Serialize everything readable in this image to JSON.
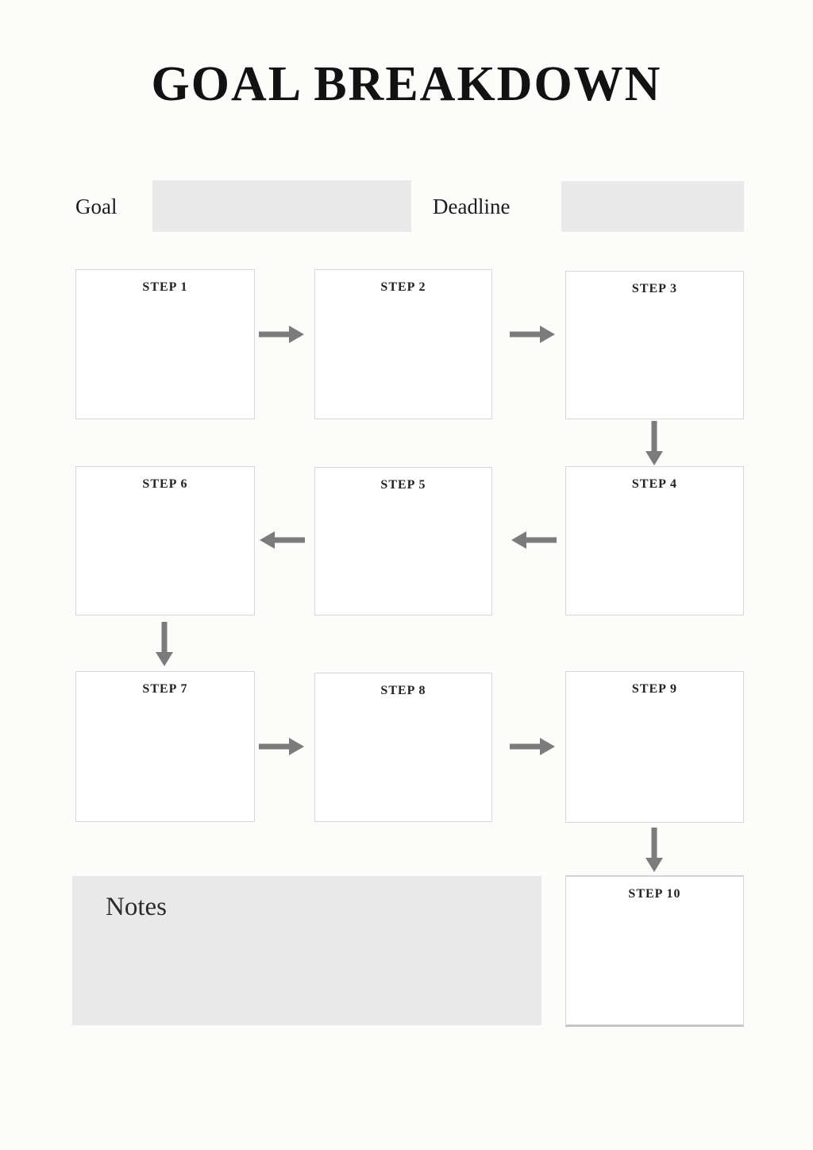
{
  "page": {
    "title": "GOAL BREAKDOWN"
  },
  "form": {
    "goal_label": "Goal",
    "goal_value": "",
    "deadline_label": "Deadline",
    "deadline_value": ""
  },
  "steps": [
    {
      "label": "STEP 1"
    },
    {
      "label": "STEP 2"
    },
    {
      "label": "STEP 3"
    },
    {
      "label": "STEP 4"
    },
    {
      "label": "STEP 5"
    },
    {
      "label": "STEP 6"
    },
    {
      "label": "STEP 7"
    },
    {
      "label": "STEP 8"
    },
    {
      "label": "STEP 9"
    },
    {
      "label": "STEP 10"
    }
  ],
  "notes": {
    "label": "Notes",
    "value": ""
  },
  "icons": {
    "arrow_right_icon": "→",
    "arrow_left_icon": "←",
    "arrow_down_icon": "↓"
  },
  "colors": {
    "page_bg": "#fcfcfa",
    "box_bg": "#ffffff",
    "box_border": "#d7d7d7",
    "field_bg": "#e9e9e9",
    "arrow": "#7b7b7b",
    "text": "#1c1c1c"
  }
}
